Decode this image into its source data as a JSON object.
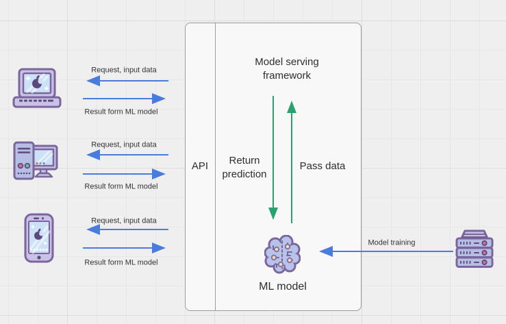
{
  "diagram": {
    "api_label": "API",
    "framework_title": "Model serving framework",
    "return_label": "Return prediction",
    "pass_label": "Pass data",
    "ml_model_label": "ML model",
    "training_label": "Model training"
  },
  "clients": [
    {
      "device": "laptop",
      "request_label": "Request, input data",
      "result_label": "Result form ML model"
    },
    {
      "device": "desktop-computer",
      "request_label": "Request, input data",
      "result_label": "Result form ML model"
    },
    {
      "device": "smartphone",
      "request_label": "Request, input data",
      "result_label": "Result form ML model"
    }
  ],
  "colors": {
    "canvas_bg": "#efefef",
    "arrow_blue": "#4a7ce0",
    "arrow_green": "#29a36e",
    "icon_outline": "#7a659c",
    "icon_fill_lavender": "#c9c2e6",
    "icon_fill_periwinkle": "#b7bee4",
    "icon_screen_blue": "#cde1f6",
    "icon_accent_pink": "#d46a9a",
    "icon_node_yellow": "#f3e2ad"
  }
}
